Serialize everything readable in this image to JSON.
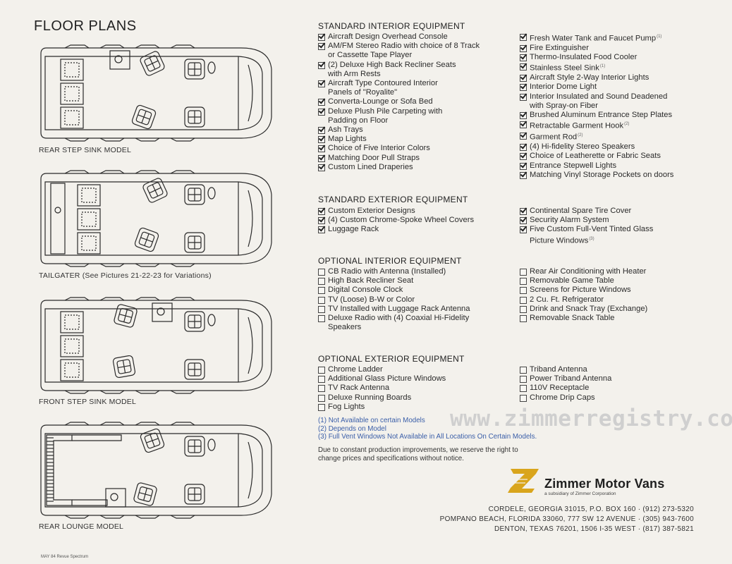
{
  "title": "FLOOR PLANS",
  "plans": [
    {
      "caption": "REAR STEP SINK MODEL"
    },
    {
      "caption": "TAILGATER (See Pictures 21-22-23 for Variations)"
    },
    {
      "caption": "FRONT STEP SINK MODEL"
    },
    {
      "caption": "REAR LOUNGE MODEL"
    }
  ],
  "standard_interior": {
    "title": "STANDARD INTERIOR EQUIPMENT",
    "col1": [
      "Aircraft Design Overhead Console",
      "AM/FM Stereo Radio with choice of 8 Track",
      "or Cassette Tape Player",
      "(2) Deluxe High Back Recliner Seats",
      "with Arm Rests",
      "Aircraft Type Contoured Interior",
      "Panels of \"Royalite\"",
      "Converta-Lounge or Sofa Bed",
      "Deluxe Plush Pile Carpeting with",
      "Padding on Floor",
      "Ash Trays",
      "Map Lights",
      "Choice of Five Interior Colors",
      "Matching Door Pull Straps",
      "Custom Lined Draperies"
    ],
    "col2": [
      "Fresh Water Tank and Faucet Pump",
      "Fire Extinguisher",
      "Thermo-Insulated Food Cooler",
      "Stainless Steel Sink",
      "Aircraft Style 2-Way Interior Lights",
      "Interior Dome Light",
      "Interior Insulated and Sound Deadened",
      "with Spray-on Fiber",
      "Brushed Aluminum Entrance Step Plates",
      "Retractable Garment Hook",
      "Garment Rod",
      "(4) Hi-fidelity Stereo Speakers",
      "Choice of Leatherette or Fabric Seats",
      "Entrance Stepwell Lights",
      "Matching Vinyl Storage Pockets on doors"
    ],
    "col2_sups": [
      "(1)",
      "",
      "",
      "(1)",
      "",
      "",
      "",
      "",
      "",
      "(2)",
      "(2)",
      "",
      "",
      "",
      ""
    ]
  },
  "standard_exterior": {
    "title": "STANDARD EXTERIOR EQUIPMENT",
    "col1": [
      "Custom Exterior Designs",
      "(4) Custom Chrome-Spoke Wheel Covers",
      "Luggage Rack"
    ],
    "col2": [
      "Continental Spare Tire Cover",
      "Security Alarm System",
      "Five Custom Full-Vent Tinted Glass",
      "Picture Windows"
    ],
    "col2_sups": [
      "",
      "",
      "",
      "(3)"
    ]
  },
  "optional_interior": {
    "title": "OPTIONAL INTERIOR EQUIPMENT",
    "col1": [
      "CB Radio with Antenna (Installed)",
      "High Back Recliner Seat",
      "Digital Console Clock",
      "TV (Loose) B-W or Color",
      "TV Installed with Luggage Rack Antenna",
      "Deluxe Radio with (4) Coaxial Hi-Fidelity",
      "Speakers"
    ],
    "col2": [
      "Rear Air Conditioning with Heater",
      "Removable Game Table",
      "Screens for Picture Windows",
      "2 Cu. Ft. Refrigerator",
      "Drink and Snack Tray (Exchange)",
      "Removable Snack Table"
    ]
  },
  "optional_exterior": {
    "title": "OPTIONAL EXTERIOR EQUIPMENT",
    "col1": [
      "Chrome Ladder",
      "Additional Glass Picture Windows",
      "TV Rack Antenna",
      "Deluxe Running Boards",
      "Fog Lights"
    ],
    "col2": [
      "Triband Antenna",
      "Power Triband Antenna",
      "110V Receptacle",
      "Chrome Drip Caps"
    ]
  },
  "notes": [
    "(1) Not Available on certain Models",
    "(2) Depends on Model",
    "(3) Full Vent Windows Not Available in All Locations On Certain Models."
  ],
  "disclaimer": "Due to constant production improvements, we reserve the right to change prices and specifications without notice.",
  "watermark": "www.zimmerregistry.com",
  "brand": {
    "name": "Zimmer Motor Vans",
    "sub": "a subsidiary of Zimmer Corporation",
    "logo_color": "#d9a51c"
  },
  "addresses": [
    "CORDELE, GEORGIA 31015, P.O. BOX 160 · (912) 273-5320",
    "POMPANO BEACH, FLORIDA 33060, 777 SW 12 AVENUE · (305) 943-7600",
    "DENTON, TEXAS 76201, 1506 I-35 WEST · (817) 387-5821"
  ],
  "footer": "MAY 84 Revue Spectrum"
}
